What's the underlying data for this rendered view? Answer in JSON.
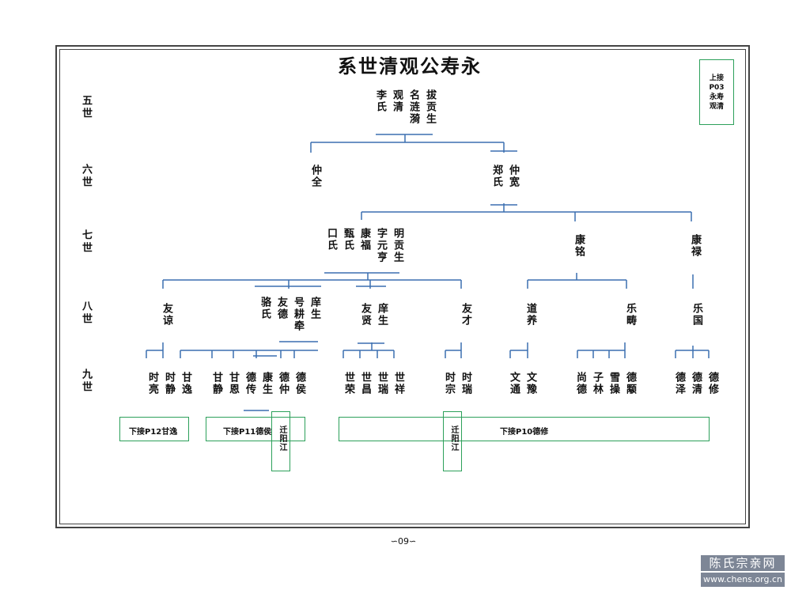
{
  "title": "系世清观公寿永",
  "top_note": [
    "上接",
    "P03",
    "永寿",
    "观清"
  ],
  "generations": [
    "五世",
    "六世",
    "七世",
    "八世",
    "九世"
  ],
  "gen5": [
    {
      "id": "g5",
      "columns": [
        "拔贡生",
        "名涟漪",
        "观清",
        "李氏"
      ]
    }
  ],
  "gen6": [
    {
      "id": "zhongquan",
      "columns": [
        "仲全"
      ]
    },
    {
      "id": "zhongkuan",
      "columns": [
        "仲宽",
        "郑氏"
      ]
    }
  ],
  "gen7": [
    {
      "id": "kangfu",
      "columns": [
        "明贡生",
        "字元亨",
        "康福",
        "甄氏",
        "口氏"
      ]
    },
    {
      "id": "kangming",
      "columns": [
        "康铭"
      ]
    },
    {
      "id": "kanglu",
      "columns": [
        "康禄"
      ]
    }
  ],
  "gen8": [
    {
      "id": "youliang",
      "columns": [
        "友谅"
      ]
    },
    {
      "id": "youde",
      "columns": [
        "庠生",
        "号耕牵",
        "友德",
        "骆氏"
      ]
    },
    {
      "id": "youxian",
      "columns": [
        "庠生",
        "友贤"
      ]
    },
    {
      "id": "youcai",
      "columns": [
        "友才"
      ]
    },
    {
      "id": "daoyang",
      "columns": [
        "道养"
      ]
    },
    {
      "id": "lechou",
      "columns": [
        "乐畴"
      ]
    },
    {
      "id": "leguo",
      "columns": [
        "乐国"
      ]
    }
  ],
  "gen9": [
    "甘逸",
    "时静",
    "时亮",
    "德侯",
    "德仲",
    "康生",
    "德传",
    "甘恩",
    "甘静",
    "世祥",
    "世瑞",
    "世昌",
    "世荣",
    "时瑞",
    "时宗",
    "文豫",
    "文通",
    "德颙",
    "雪操",
    "子林",
    "尚德",
    "德修",
    "德清",
    "德泽"
  ],
  "continuations": [
    {
      "id": "p12",
      "label": "下接P12甘逸"
    },
    {
      "id": "p11",
      "label": "下接P11德侯"
    },
    {
      "id": "p10",
      "label": "下接P10德修"
    }
  ],
  "migrations": [
    {
      "id": "m1",
      "label": "迁阳江"
    },
    {
      "id": "m2",
      "label": "迁阳江"
    }
  ],
  "page_number": "∽09∽",
  "watermark": "陈氏宗亲网",
  "watermark_url": "www.chens.org.cn",
  "colors": {
    "line": "#3b6fb0",
    "box": "#2ca05a",
    "frame": "#444444"
  }
}
